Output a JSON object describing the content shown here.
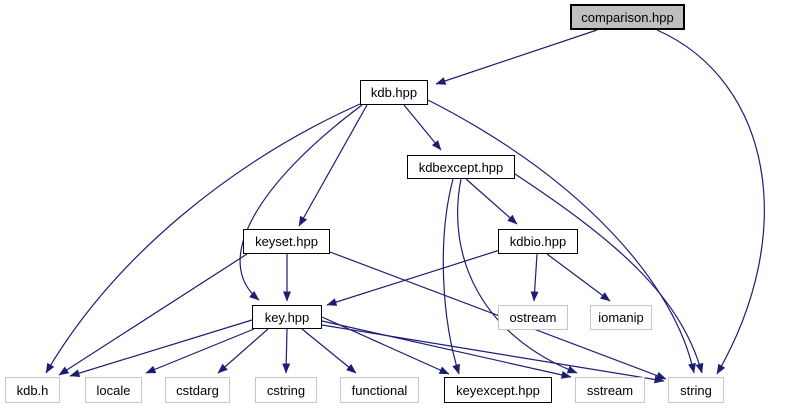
{
  "diagram": {
    "type": "include-dependency-graph",
    "root": "comparison.hpp",
    "colors": {
      "edge": "#1d1d74",
      "node_fill": "#ffffff",
      "root_fill": "#bfbfbf",
      "linked_border": "#000000",
      "system_border": "#c6c6c6",
      "background": "#ffffff"
    },
    "nodes": [
      {
        "id": "comparison_hpp",
        "label": "comparison.hpp",
        "kind": "root"
      },
      {
        "id": "kdb_hpp",
        "label": "kdb.hpp",
        "kind": "linked"
      },
      {
        "id": "kdbexcept_hpp",
        "label": "kdbexcept.hpp",
        "kind": "linked"
      },
      {
        "id": "keyset_hpp",
        "label": "keyset.hpp",
        "kind": "linked"
      },
      {
        "id": "kdbio_hpp",
        "label": "kdbio.hpp",
        "kind": "linked"
      },
      {
        "id": "key_hpp",
        "label": "key.hpp",
        "kind": "linked"
      },
      {
        "id": "ostream",
        "label": "ostream",
        "kind": "system"
      },
      {
        "id": "iomanip",
        "label": "iomanip",
        "kind": "system"
      },
      {
        "id": "kdb_h",
        "label": "kdb.h",
        "kind": "system"
      },
      {
        "id": "locale",
        "label": "locale",
        "kind": "system"
      },
      {
        "id": "cstdarg",
        "label": "cstdarg",
        "kind": "system"
      },
      {
        "id": "cstring",
        "label": "cstring",
        "kind": "system"
      },
      {
        "id": "functional",
        "label": "functional",
        "kind": "system"
      },
      {
        "id": "keyexcept_hpp",
        "label": "keyexcept.hpp",
        "kind": "linked"
      },
      {
        "id": "sstream",
        "label": "sstream",
        "kind": "system"
      },
      {
        "id": "string",
        "label": "string",
        "kind": "system"
      }
    ],
    "edges": [
      {
        "from": "comparison.hpp",
        "to": "kdb.hpp"
      },
      {
        "from": "comparison.hpp",
        "to": "string"
      },
      {
        "from": "kdb.hpp",
        "to": "kdbexcept.hpp"
      },
      {
        "from": "kdb.hpp",
        "to": "keyset.hpp"
      },
      {
        "from": "kdb.hpp",
        "to": "key.hpp"
      },
      {
        "from": "kdb.hpp",
        "to": "kdb.h"
      },
      {
        "from": "kdb.hpp",
        "to": "string"
      },
      {
        "from": "kdbexcept.hpp",
        "to": "kdbio.hpp"
      },
      {
        "from": "kdbexcept.hpp",
        "to": "keyexcept.hpp"
      },
      {
        "from": "kdbexcept.hpp",
        "to": "sstream"
      },
      {
        "from": "kdbexcept.hpp",
        "to": "string"
      },
      {
        "from": "kdbio.hpp",
        "to": "key.hpp"
      },
      {
        "from": "kdbio.hpp",
        "to": "ostream"
      },
      {
        "from": "kdbio.hpp",
        "to": "iomanip"
      },
      {
        "from": "keyset.hpp",
        "to": "kdb.h"
      },
      {
        "from": "keyset.hpp",
        "to": "key.hpp"
      },
      {
        "from": "keyset.hpp",
        "to": "string"
      },
      {
        "from": "key.hpp",
        "to": "kdb.h"
      },
      {
        "from": "key.hpp",
        "to": "locale"
      },
      {
        "from": "key.hpp",
        "to": "cstdarg"
      },
      {
        "from": "key.hpp",
        "to": "cstring"
      },
      {
        "from": "key.hpp",
        "to": "functional"
      },
      {
        "from": "key.hpp",
        "to": "keyexcept.hpp"
      },
      {
        "from": "key.hpp",
        "to": "sstream"
      },
      {
        "from": "key.hpp",
        "to": "string"
      }
    ]
  }
}
